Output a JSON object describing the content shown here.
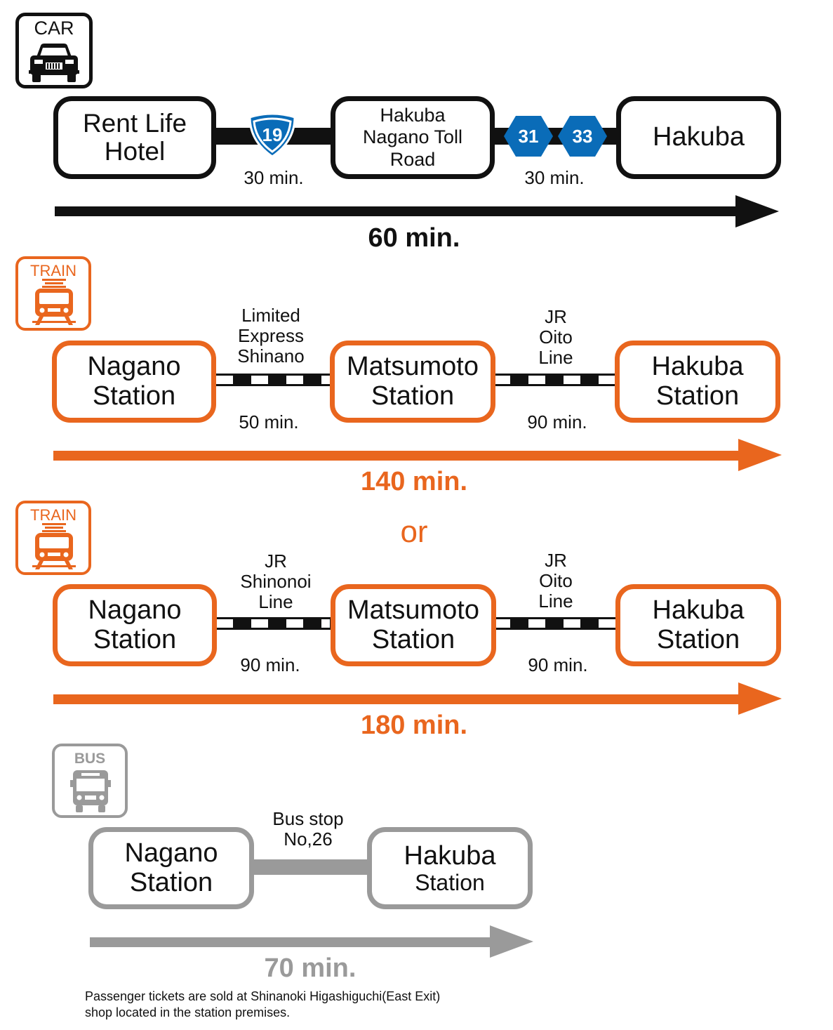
{
  "car": {
    "icon_label": "CAR",
    "origin": "Rent Life Hotel",
    "route_19": "19",
    "mid": "Hakuba Nagano Toll Road",
    "route_31": "31",
    "route_33": "33",
    "destination": "Hakuba",
    "time1": "30 min.",
    "time2": "30 min.",
    "total": "60 min.",
    "color": "#111111"
  },
  "train1": {
    "icon_label": "TRAIN",
    "origin_line1": "Nagano",
    "origin_line2": "Station",
    "line1_a": "Limited",
    "line1_b": "Express",
    "line1_c": "Shinano",
    "mid_line1": "Matsumoto",
    "mid_line2": "Station",
    "line2_a": "JR",
    "line2_b": "Oito",
    "line2_c": "Line",
    "dest_line1": "Hakuba",
    "dest_line2": "Station",
    "time1": "50 min.",
    "time2": "90 min.",
    "total": "140 min.",
    "color": "#e9661e"
  },
  "or_label": "or",
  "train2": {
    "icon_label": "TRAIN",
    "origin_line1": "Nagano",
    "origin_line2": "Station",
    "line1_a": "JR",
    "line1_b": "Shinonoi",
    "line1_c": "Line",
    "mid_line1": "Matsumoto",
    "mid_line2": "Station",
    "line2_a": "JR",
    "line2_b": "Oito",
    "line2_c": "Line",
    "dest_line1": "Hakuba",
    "dest_line2": "Station",
    "time1": "90 min.",
    "time2": "90 min.",
    "total": "180 min.",
    "color": "#e9661e"
  },
  "bus": {
    "icon_label": "BUS",
    "origin_line1": "Nagano",
    "origin_line2": "Station",
    "stop_a": "Bus stop",
    "stop_b": "No,26",
    "dest_line1": "Hakuba",
    "dest_line2": "Station",
    "total": "70 min.",
    "color": "#9a9a9a"
  },
  "note": {
    "line1": "Passenger tickets are sold at Shinanoki Higashiguchi(East Exit)",
    "line2": "shop located in the station premises."
  },
  "route_shield_color": "#0a6cb8"
}
